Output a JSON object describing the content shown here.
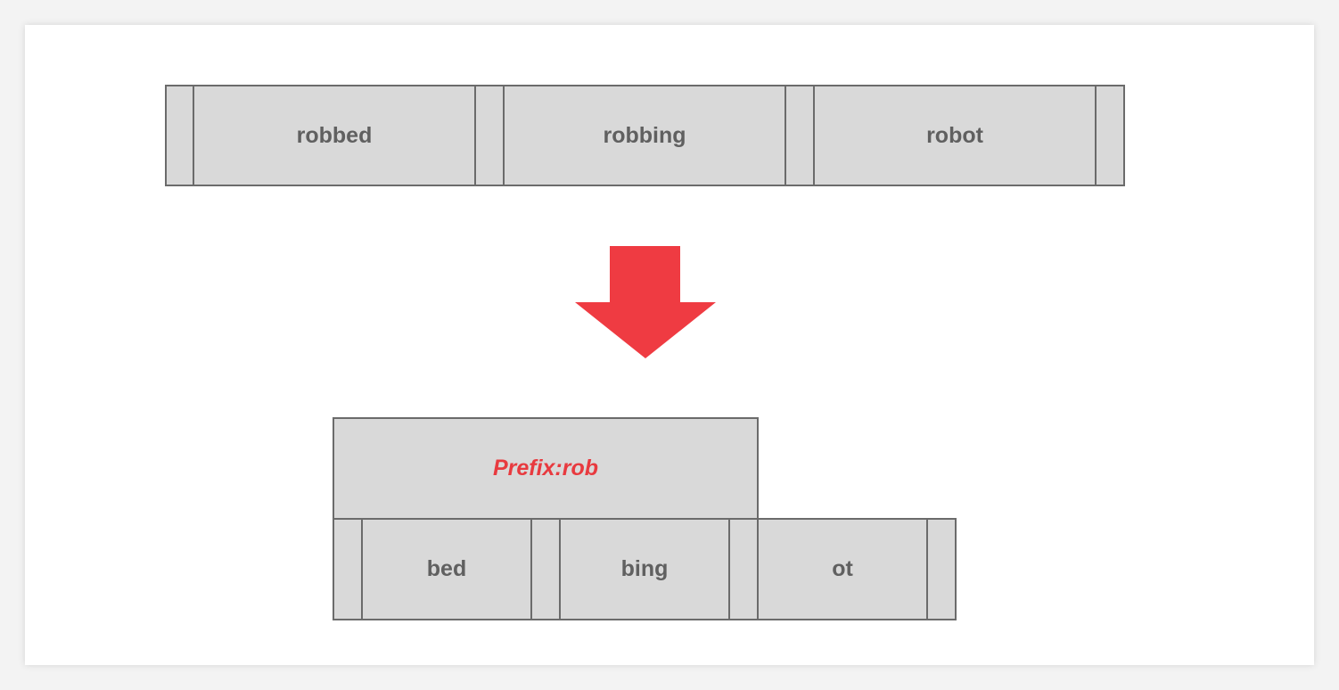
{
  "top_row": {
    "words": [
      "robbed",
      "robbing",
      "robot"
    ]
  },
  "arrow": {
    "icon": "down-arrow-icon",
    "color": "#ef3b42"
  },
  "bottom_row": {
    "prefix_label": "Prefix:rob",
    "suffixes": [
      "bed",
      "bing",
      "ot"
    ]
  },
  "colors": {
    "cell_fill": "#d9d9d9",
    "cell_border": "#6b6b6b",
    "text": "#606060",
    "prefix_text": "#e83a3f"
  }
}
